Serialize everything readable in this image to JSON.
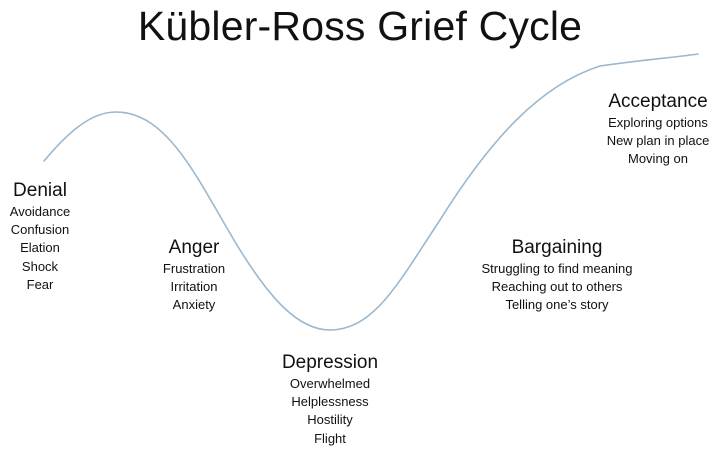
{
  "title": "Kübler-Ross Grief Cycle",
  "colors": {
    "curve": "#9bb8cf",
    "text": "#111111",
    "background": "#ffffff"
  },
  "stages": [
    {
      "name": "Denial",
      "items": [
        "Avoidance",
        "Confusion",
        "Elation",
        "Shock",
        "Fear"
      ]
    },
    {
      "name": "Anger",
      "items": [
        "Frustration",
        "Irritation",
        "Anxiety"
      ]
    },
    {
      "name": "Depression",
      "items": [
        "Overwhelmed",
        "Helplessness",
        "Hostility",
        "Flight"
      ]
    },
    {
      "name": "Bargaining",
      "items": [
        "Struggling to find meaning",
        "Reaching out to others",
        "Telling one’s story"
      ]
    },
    {
      "name": "Acceptance",
      "items": [
        "Exploring options",
        "New plan in place",
        "Moving on"
      ]
    }
  ]
}
